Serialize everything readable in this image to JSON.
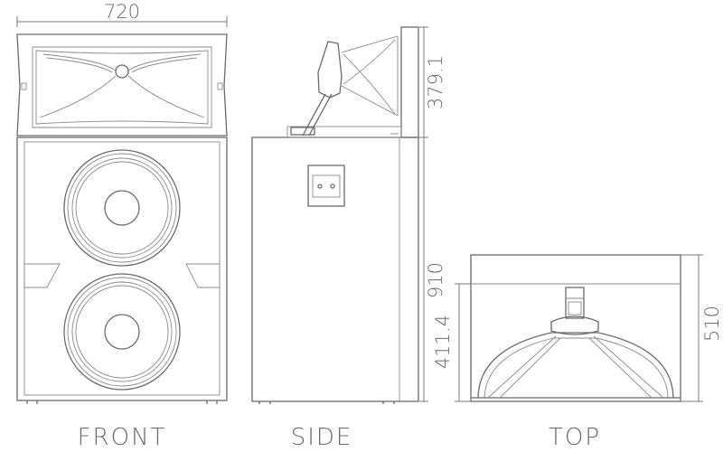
{
  "dimensions": {
    "front_width": "720",
    "side_top_height": "379.1",
    "side_cabinet_height": "910",
    "top_inner_height": "411.4",
    "top_depth": "510"
  },
  "views": {
    "front": "FRONT",
    "side": "SIDE",
    "top": "TOP"
  },
  "colors": {
    "line": "#6b6b6b",
    "background": "#ffffff"
  }
}
